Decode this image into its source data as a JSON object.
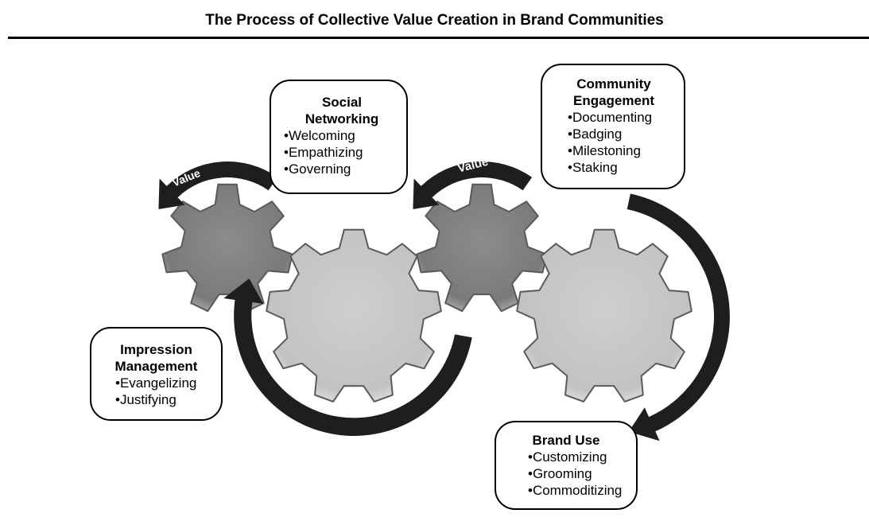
{
  "title": "The Process of Collective Value Creation in Brand Communities",
  "arrow_label": "Value",
  "boxes": {
    "social": {
      "heading": [
        "Social",
        "Networking"
      ],
      "items": [
        "•Welcoming",
        "•Empathizing",
        "•Governing"
      ]
    },
    "community": {
      "heading": [
        "Community",
        "Engagement"
      ],
      "items": [
        "•Documenting",
        "•Badging",
        "•Milestoning",
        "•Staking"
      ]
    },
    "impression": {
      "heading": [
        "Impression",
        "Management"
      ],
      "items": [
        "•Evangelizing",
        "•Justifying"
      ]
    },
    "brand": {
      "heading": [
        "Brand Use"
      ],
      "items": [
        "•Customizing",
        "•Grooming",
        "•Commoditizing"
      ]
    }
  },
  "colors": {
    "small_gear": "#858585",
    "large_gear": "#c4c4c4",
    "arrow": "#1e1e1e",
    "box_border": "#000000"
  }
}
